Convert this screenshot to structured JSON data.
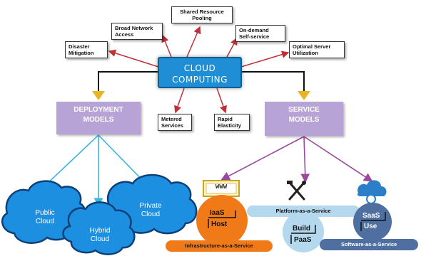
{
  "center": {
    "line1": "CLOUD",
    "line2": "COMPUTING"
  },
  "characteristics": {
    "shared_resource_pooling": "Shared Resource\nPooling",
    "broad_network_access": "Broad Network\nAccess",
    "on_demand_self_service": "On-demand\nSelf-service",
    "disaster_mitigation": "Disaster\nMitigation",
    "optimal_server_utilization": "Optimal Server\nUtilization",
    "metered_services": "Metered\nServices",
    "rapid_elasticity": "Rapid\nElasticity"
  },
  "deployment": {
    "title": "DEPLOYMENT\nMODELS",
    "public": "Public\nCloud",
    "hybrid": "Hybrid\nCloud",
    "private": "Private\nCloud"
  },
  "service": {
    "title": "SERVICE\nMODELS",
    "www": "WWW",
    "iaas_top": "IaaS",
    "iaas_bottom": "Host",
    "iaas_name": "Infrastructure-as-a-Service",
    "paas_name": "Platform-as-a-Service",
    "paas_top": "Build",
    "paas_bottom": "PaaS",
    "saas_top": "SaaS",
    "saas_bottom": "Use",
    "saas_name": "Software-as-a-Service"
  },
  "colors": {
    "center_blue": "#1f8ed4",
    "model_purple": "#b8a3d6",
    "arrow_gold": "#e8b422",
    "connector_red": "#c0303a",
    "cloud_blue": "#1d8fe0",
    "deploy_line": "#3bb3e0",
    "service_line": "#9a4a9c",
    "iaas_orange": "#f07a18",
    "paas_lightblue": "#b4d8ee",
    "saas_slate": "#4f6fa0"
  }
}
